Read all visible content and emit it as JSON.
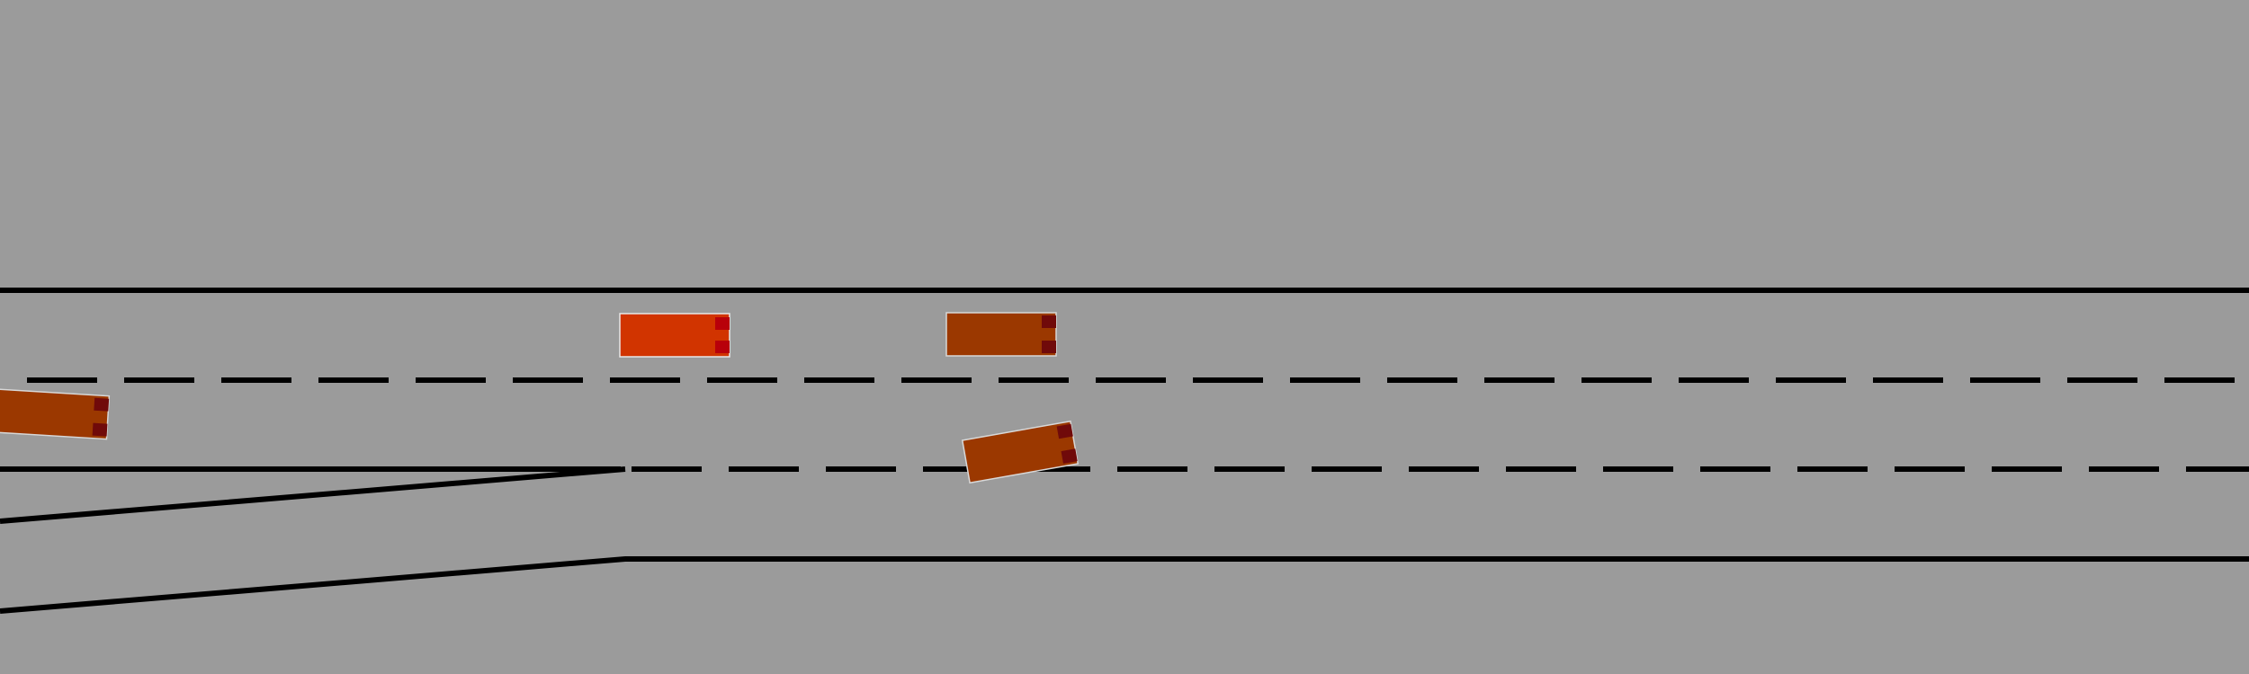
{
  "scene": {
    "background_color": "#9b9b9b",
    "line_color": "#000000",
    "road": {
      "main_lanes": 3,
      "merge_ramp_side": "left",
      "lane_divider_style": "dashed"
    },
    "vehicles": [
      {
        "id": "ego-vehicle",
        "body_color": "#d13400",
        "light_color": "#b8000a",
        "heading": "right",
        "lane": 1
      },
      {
        "id": "vehicle-2",
        "body_color": "#9b3800",
        "light_color": "#700a0a",
        "heading": "right",
        "lane": 1
      },
      {
        "id": "vehicle-3",
        "body_color": "#9b3800",
        "light_color": "#700a0a",
        "heading": "right",
        "lane": 2
      },
      {
        "id": "vehicle-4",
        "body_color": "#9b3800",
        "light_color": "#700a0a",
        "heading": "right",
        "lane": 2
      }
    ]
  }
}
